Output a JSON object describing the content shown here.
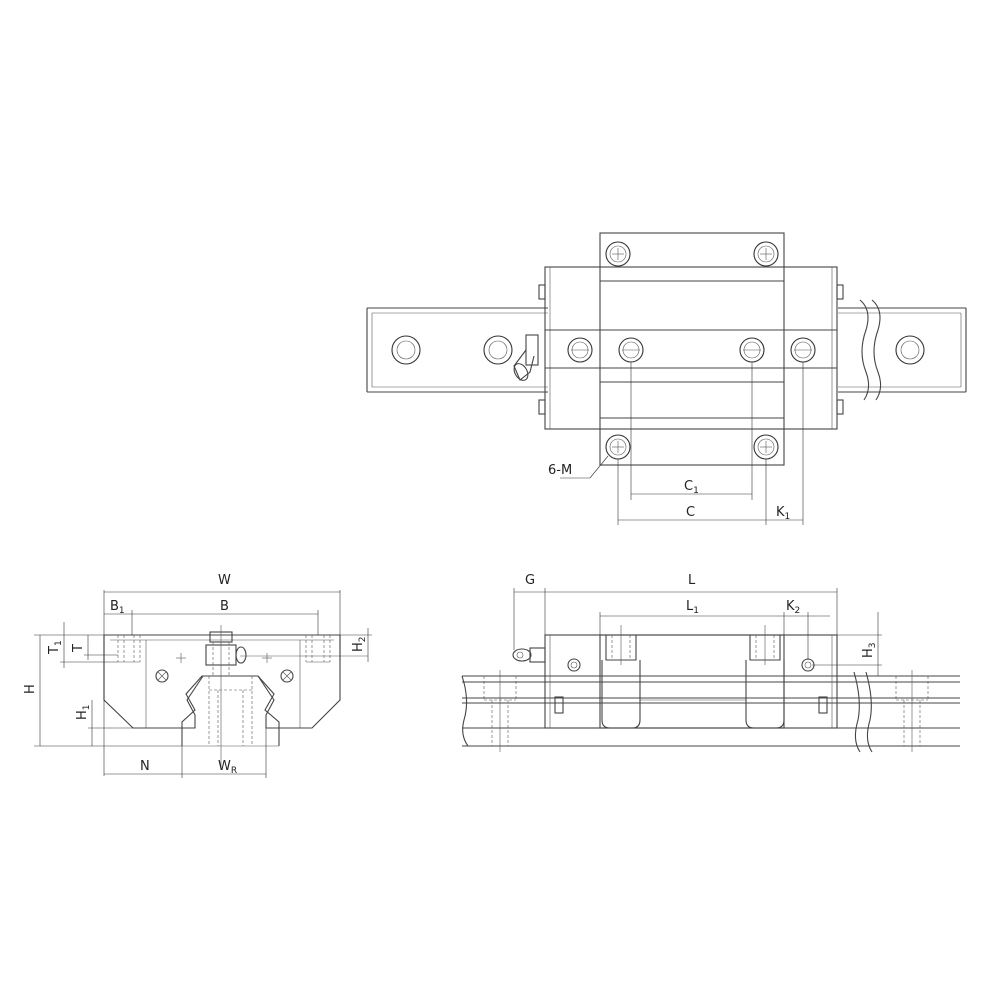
{
  "labels": {
    "holes": "6-M",
    "c1": "C",
    "c1_sub": "1",
    "c": "C",
    "k1": "K",
    "k1_sub": "1",
    "w": "W",
    "b1": "B",
    "b1_sub": "1",
    "b": "B",
    "t1": "T",
    "t1_sub": "1",
    "t": "T",
    "h2": "H",
    "h2_sub": "2",
    "h": "H",
    "h1": "H",
    "h1_sub": "1",
    "n": "N",
    "wr": "W",
    "wr_sub": "R",
    "g": "G",
    "l": "L",
    "l1": "L",
    "l1_sub": "1",
    "k2": "K",
    "k2_sub": "2",
    "h3": "H",
    "h3_sub": "3"
  }
}
